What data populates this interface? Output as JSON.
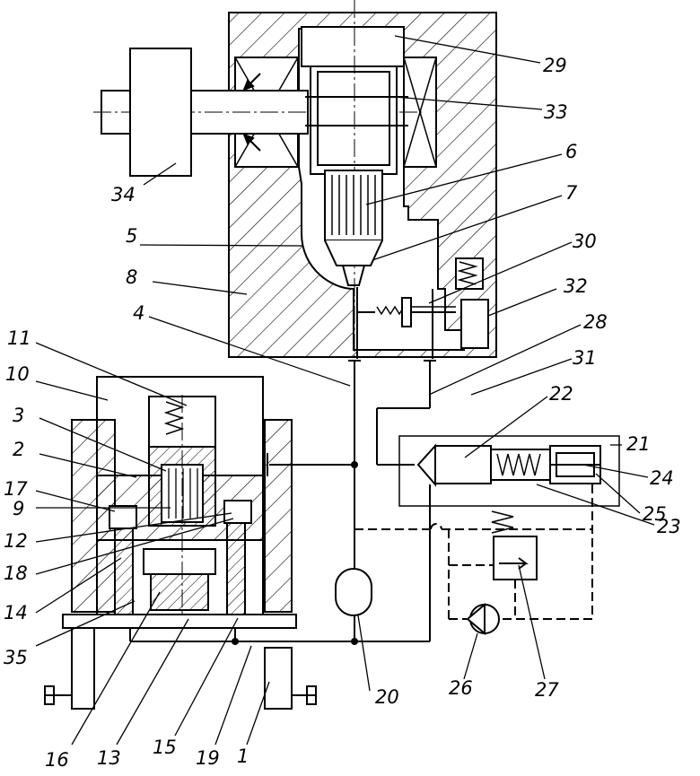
{
  "colors": {
    "stroke": "#000000",
    "background": "#ffffff"
  },
  "labels": {
    "l1": "1",
    "l2": "2",
    "l3": "3",
    "l4": "4",
    "l5": "5",
    "l6": "6",
    "l7": "7",
    "l8": "8",
    "l9": "9",
    "l10": "10",
    "l11": "11",
    "l12": "12",
    "l13": "13",
    "l14": "14",
    "l15": "15",
    "l16": "16",
    "l17": "17",
    "l18": "18",
    "l19": "19",
    "l20": "20",
    "l21": "21",
    "l22": "22",
    "l23": "23",
    "l24": "24",
    "l25": "25",
    "l26": "26",
    "l27": "27",
    "l28": "28",
    "l29": "29",
    "l30": "30",
    "l31": "31",
    "l32": "32",
    "l33": "33",
    "l34": "34",
    "l35": "35"
  }
}
